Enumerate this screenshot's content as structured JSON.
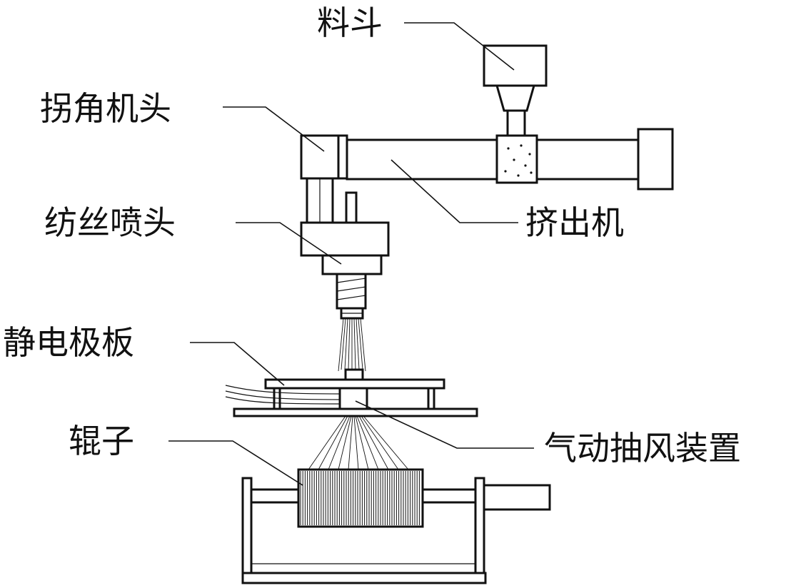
{
  "labels": {
    "hopper": "料斗",
    "elbow_head": "拐角机头",
    "extruder": "挤出机",
    "spinneret": "纺丝喷头",
    "electrostatic_plate": "静电极板",
    "pneumatic_suction": "气动抽风装置",
    "roller": "辊子"
  },
  "colors": {
    "stroke": "#111111",
    "background": "#ffffff"
  }
}
